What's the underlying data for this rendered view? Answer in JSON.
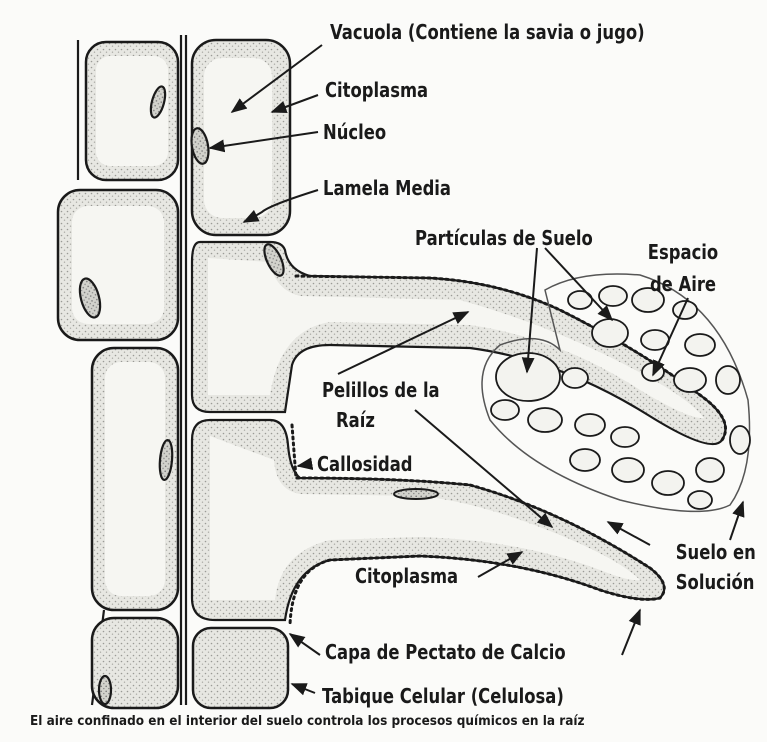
{
  "figure": {
    "labels": {
      "vacuola": "Vacuola (Contiene la savia o jugo)",
      "citoplasma_top": "Citoplasma",
      "nucleo": "Núcleo",
      "lamela": "Lamela Media",
      "particulas": "Partículas de Suelo",
      "espacio_line1": "Espacio",
      "espacio_line2": "de Aire",
      "pelillos_line1": "Pelillos de la",
      "pelillos_line2": "Raíz",
      "callosidad": "Callosidad",
      "citoplasma_bottom": "Citoplasma",
      "suelo_line1": "Suelo en",
      "suelo_line2": "Solución",
      "capa": "Capa de Pectato de Calcio",
      "tabique": "Tabique Celular (Celulosa)"
    },
    "caption": "El aire confinado en el interior del suelo controla los procesos químicos en la raíz"
  }
}
